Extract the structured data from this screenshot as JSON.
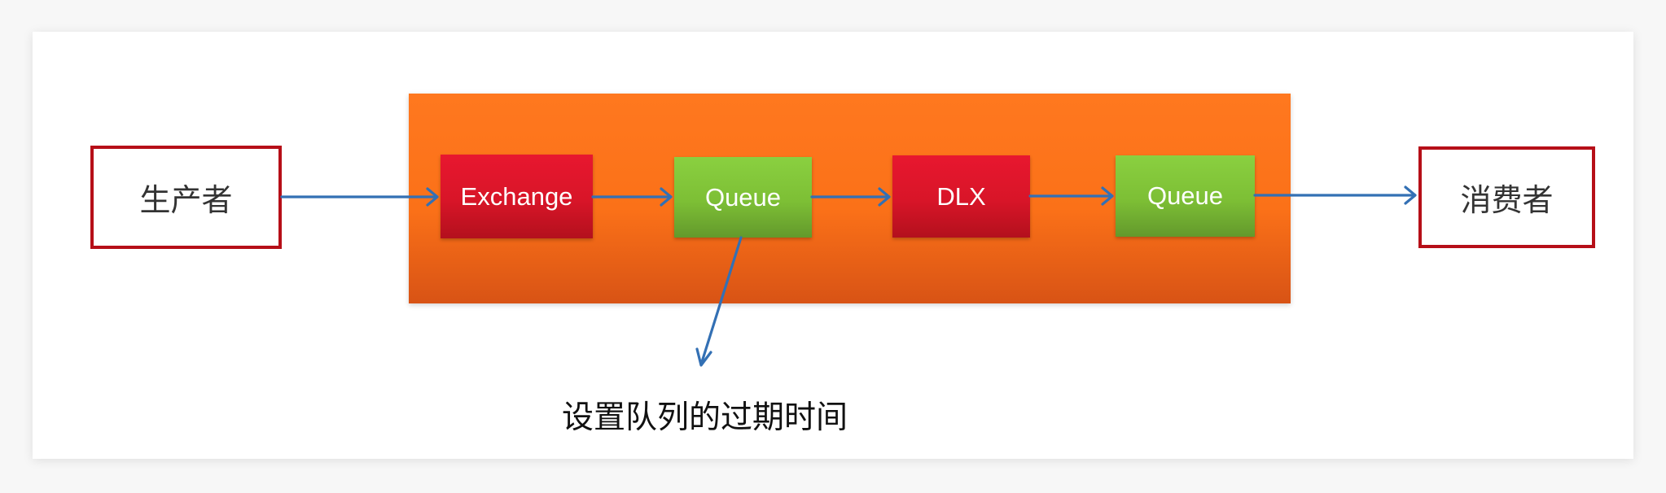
{
  "nodes": {
    "producer": "生产者",
    "exchange": "Exchange",
    "queue_primary": "Queue",
    "dlx": "DLX",
    "queue_dead_letter": "Queue",
    "consumer": "消费者"
  },
  "annotation": "设置队列的过期时间",
  "colors": {
    "orange_panel": "#ff781f",
    "outline_red": "#b60f18",
    "node_red": "#d81528",
    "node_green": "#7dbf35",
    "arrow_blue": "#3370b4"
  }
}
